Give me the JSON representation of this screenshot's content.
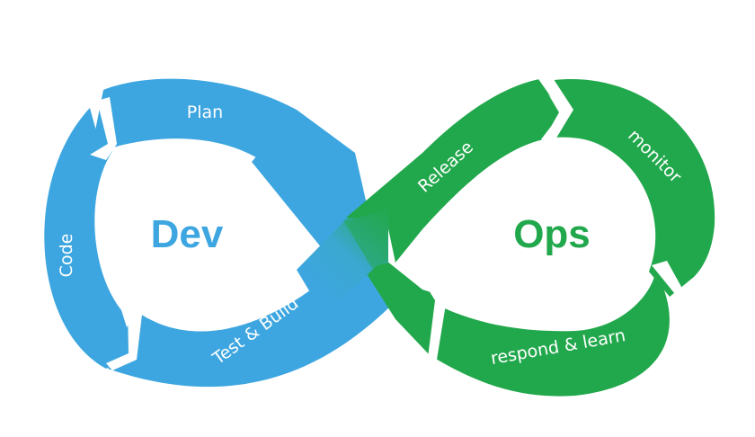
{
  "dev": {
    "title": "Dev",
    "color": "#3da6e0",
    "stages": {
      "plan": "Plan",
      "code": "Code",
      "test_build": "Test & Build"
    }
  },
  "ops": {
    "title": "Ops",
    "color": "#22a84c",
    "stages": {
      "release": "Release",
      "monitor": "monitor",
      "respond_learn": "respond & learn"
    }
  },
  "background_color": "#ffffff"
}
